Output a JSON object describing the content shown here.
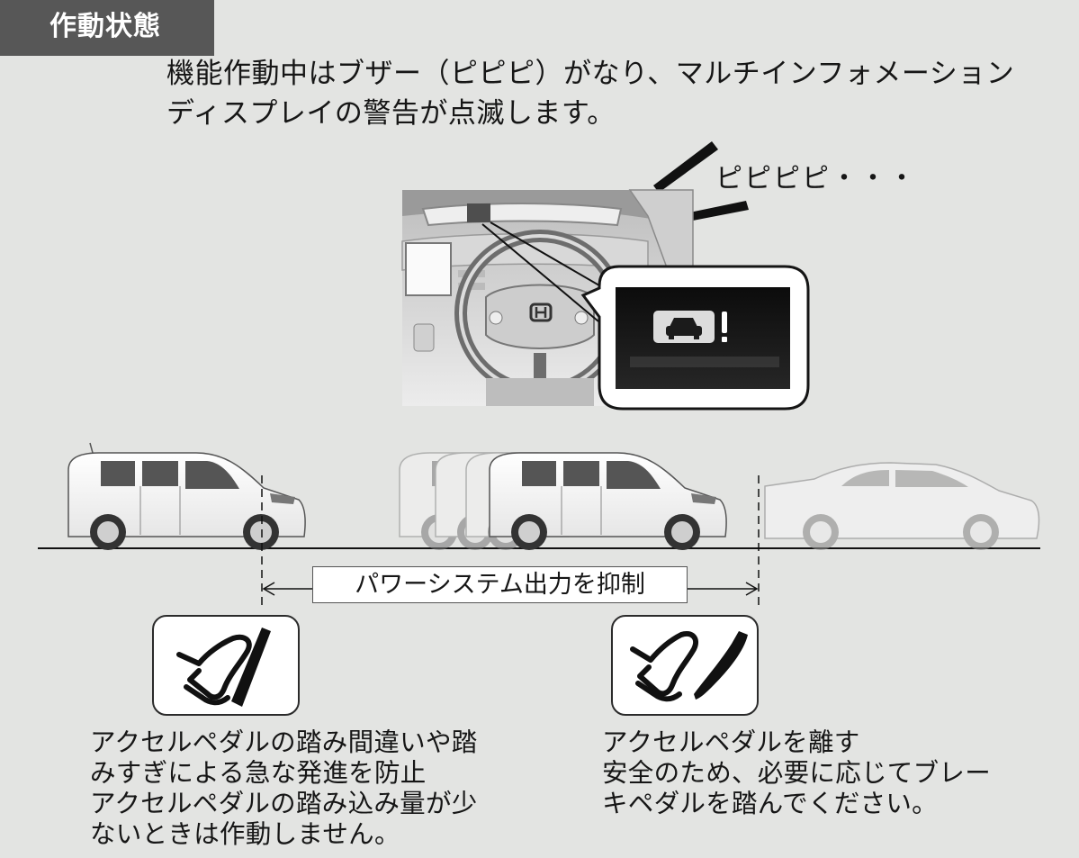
{
  "section_title": "作動状態",
  "intro": {
    "line1": "機能作動中はブザー（ピピピ）がなり、マルチインフォメーション",
    "line2": "ディスプレイの警告が点滅します。"
  },
  "buzzer_sound": "ピピピピ・・・",
  "warning_icon_name": "car-warning-icon",
  "range_label": "パワーシステム出力を抑制",
  "left_caption": {
    "line1": "アクセルペダルの踏み間違いや踏",
    "line2": "みすぎによる急な発進を防止",
    "line3": "アクセルペダルの踏み込み量が少",
    "line4": "ないときは作動しません。"
  },
  "right_caption": {
    "line1": "アクセルペダルを離す",
    "line2": "安全のため、必要に応じてブレー",
    "line3": "キペダルを踏んでください。"
  },
  "colors": {
    "background": "#e3e4e2",
    "title_tab": "#575757",
    "display_dark": "#141414"
  }
}
